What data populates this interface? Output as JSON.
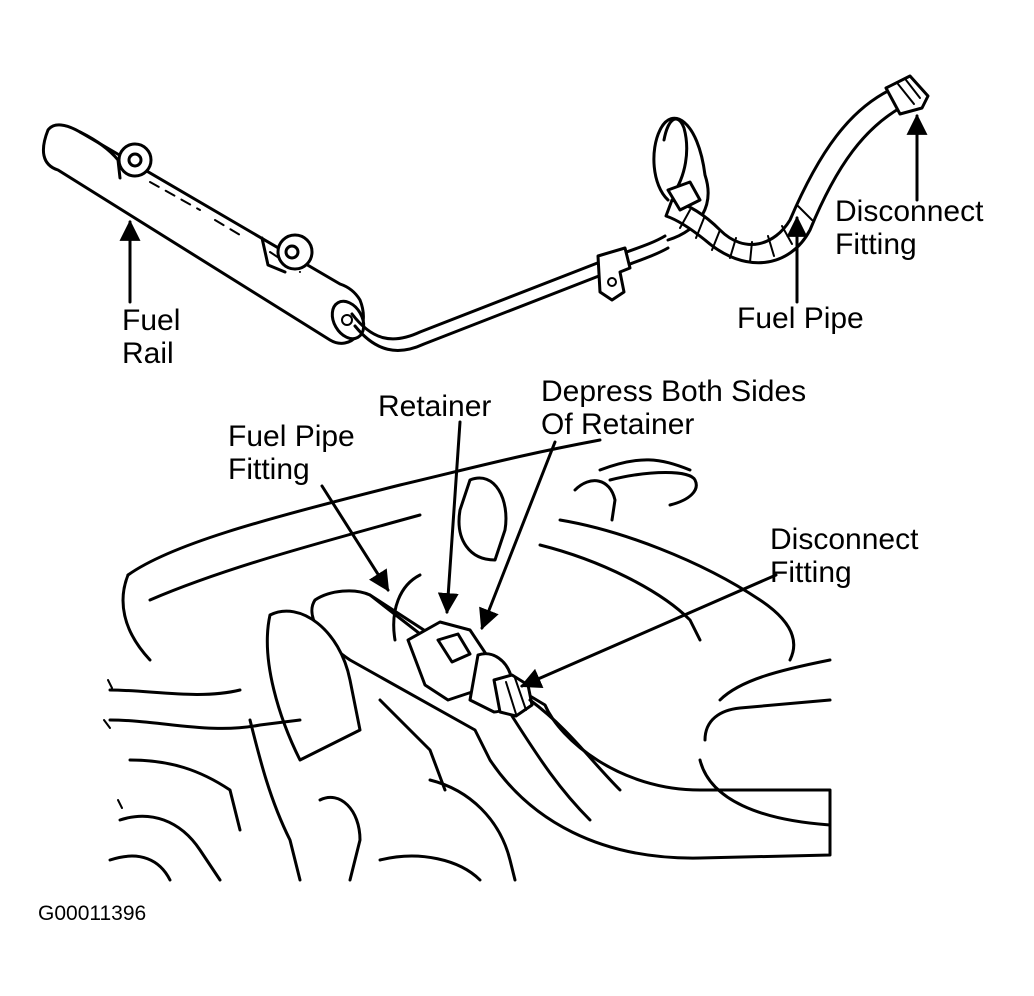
{
  "colors": {
    "ink": "#000000",
    "paper": "#ffffff"
  },
  "top_view": {
    "fuel_rail": {
      "line1": "Fuel",
      "line2": "Rail"
    },
    "fuel_pipe": "Fuel Pipe",
    "disconnect_fitting": {
      "line1": "Disconnect",
      "line2": "Fitting"
    }
  },
  "bottom_view": {
    "fuel_pipe_fitting": {
      "line1": "Fuel Pipe",
      "line2": "Fitting"
    },
    "retainer": "Retainer",
    "depress": {
      "line1": "Depress Both Sides",
      "line2": "Of Retainer"
    },
    "disconnect_fitting": {
      "line1": "Disconnect",
      "line2": "Fitting"
    }
  },
  "figure_id": "G00011396"
}
